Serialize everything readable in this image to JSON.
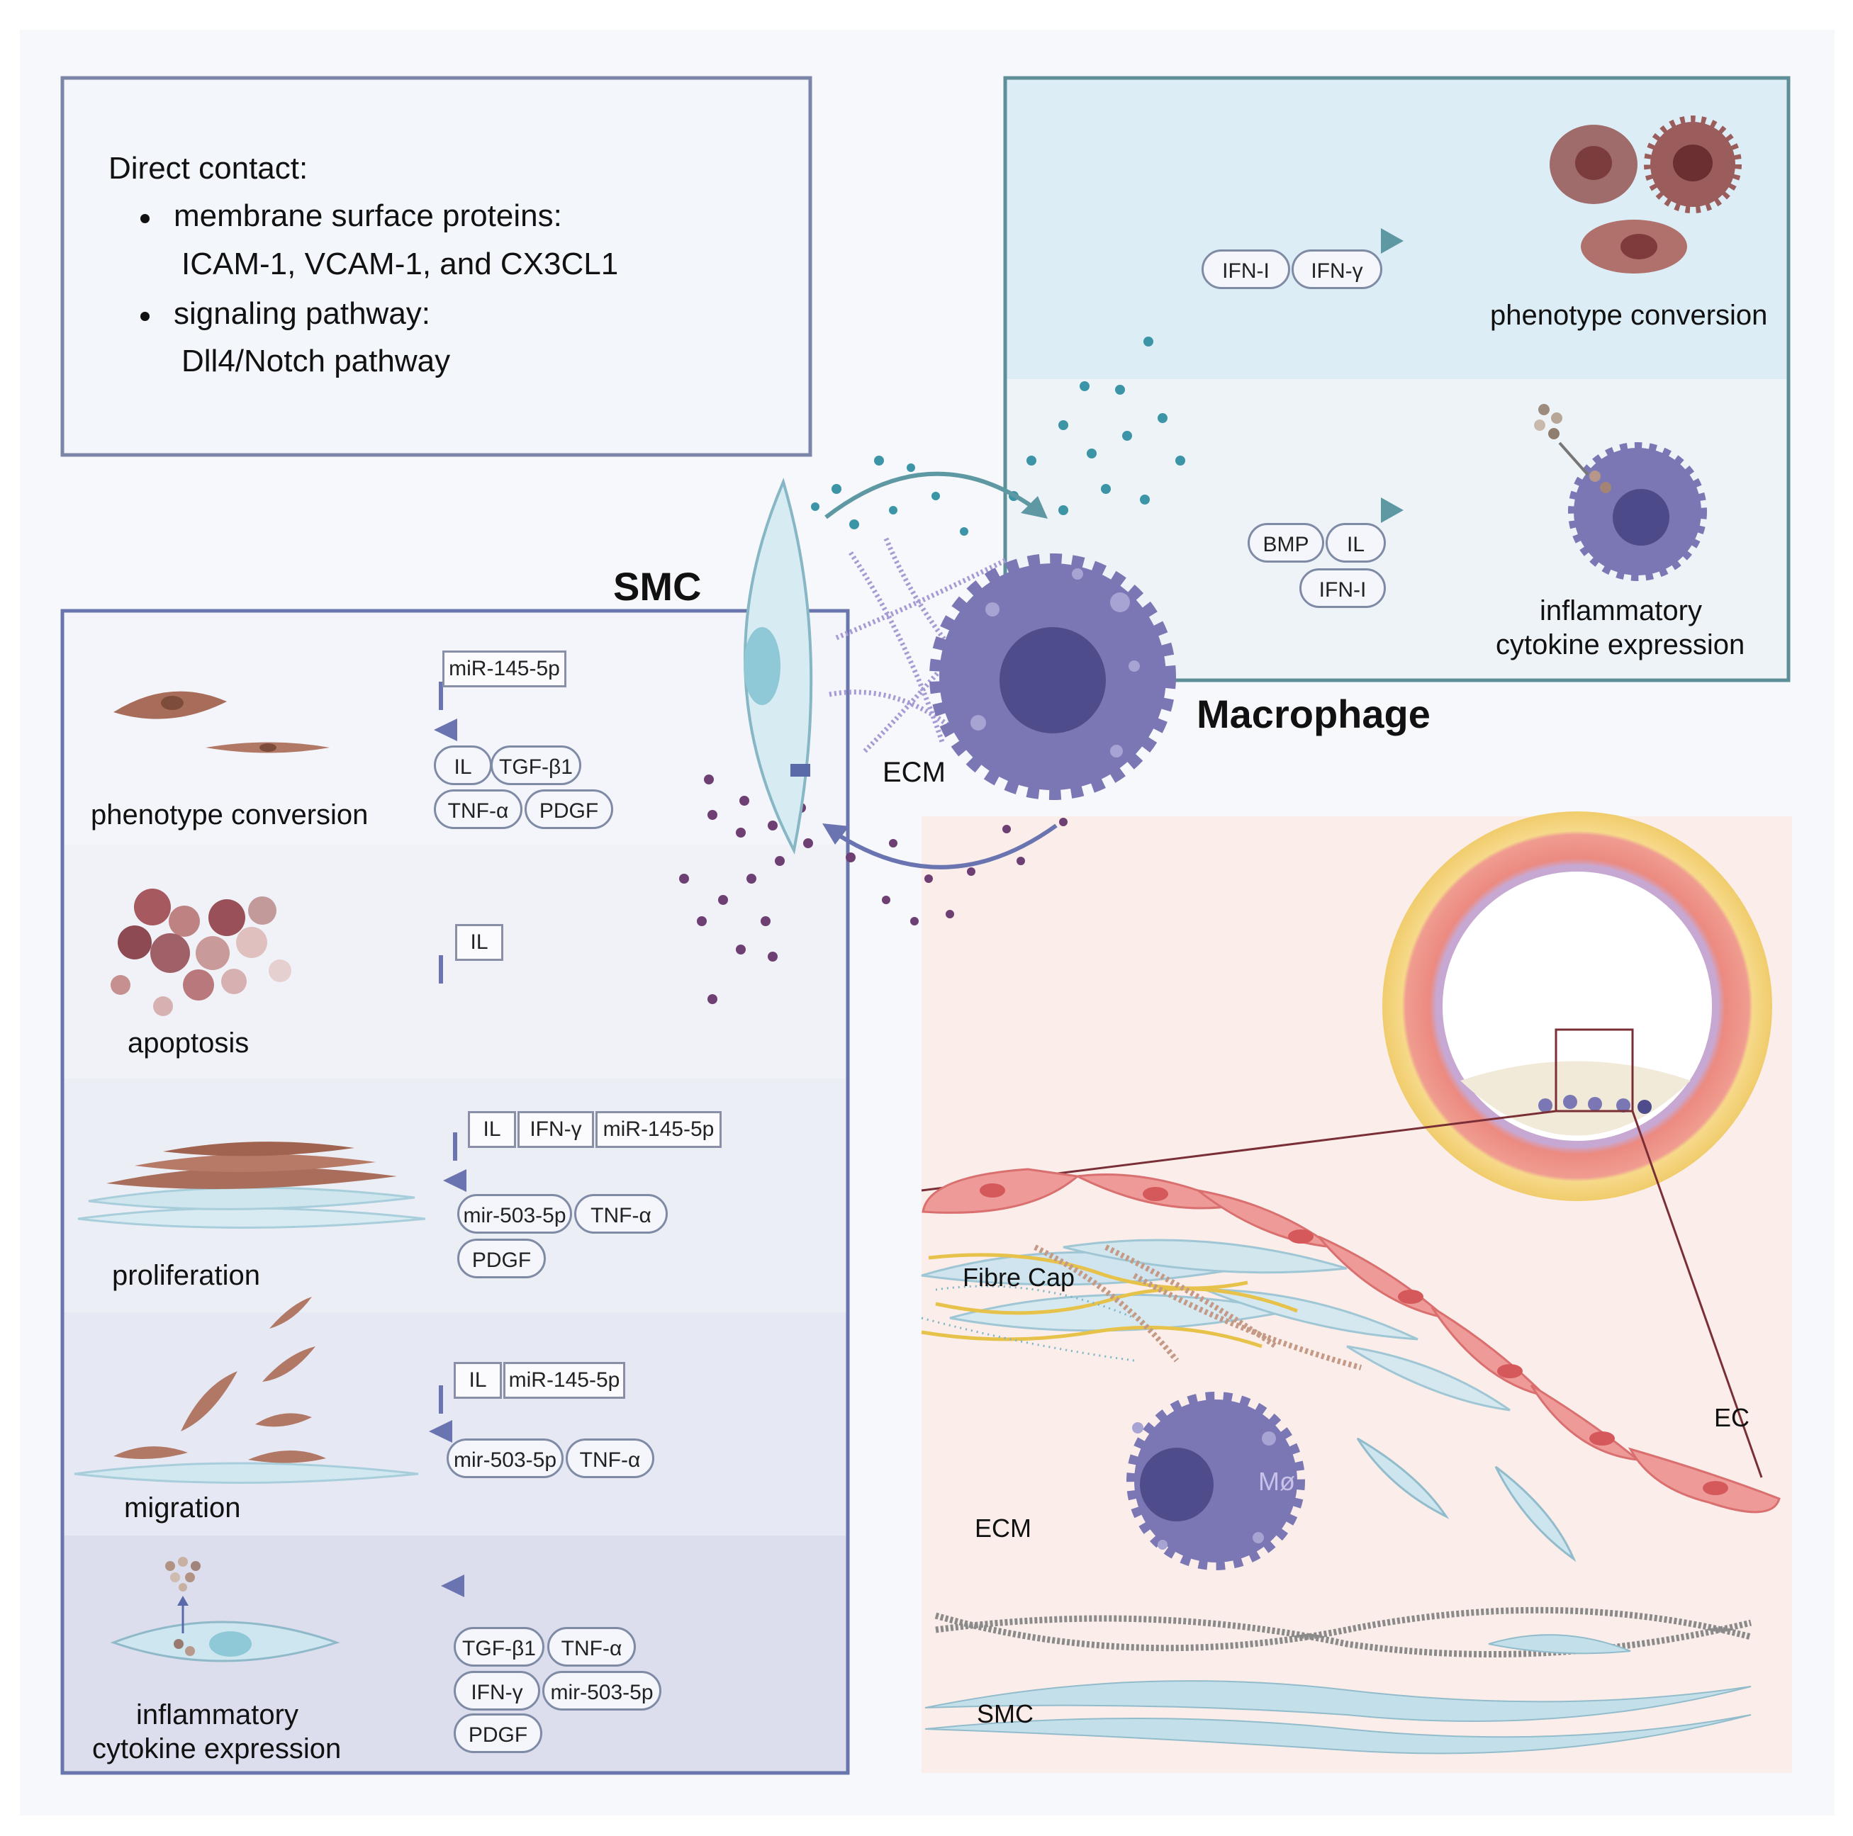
{
  "direct_contact": {
    "heading": "Direct contact:",
    "bullet_1": "membrane surface proteins:",
    "bullet_1_detail": "ICAM-1, VCAM-1, and CX3CL1",
    "bullet_2": "signaling pathway:",
    "bullet_2_detail": "Dll4/Notch pathway"
  },
  "macrophage_panel": {
    "row_1": {
      "factors": [
        "IFN-I",
        "IFN-γ"
      ],
      "label": "phenotype conversion"
    },
    "row_2": {
      "factors": [
        "BMP",
        "IL",
        "IFN-I"
      ],
      "label_line_1": "inflammatory",
      "label_line_2": "cytokine expression"
    }
  },
  "center": {
    "smc": "SMC",
    "macrophage": "Macrophage",
    "ecm": "ECM"
  },
  "smc_panel": {
    "phenotype": {
      "label": "phenotype conversion",
      "inhibitors": [
        "miR-145-5p"
      ],
      "promoters": [
        "IL",
        "TGF-β1",
        "TNF-α",
        "PDGF"
      ]
    },
    "apoptosis": {
      "label": "apoptosis",
      "inhibitors": [
        "IL"
      ]
    },
    "proliferation": {
      "label": "proliferation",
      "inhibitors": [
        "IL",
        "IFN-γ",
        "miR-145-5p"
      ],
      "promoters": [
        "mir-503-5p",
        "TNF-α",
        "PDGF"
      ]
    },
    "migration": {
      "label": "migration",
      "inhibitors": [
        "IL",
        "miR-145-5p"
      ],
      "promoters": [
        "mir-503-5p",
        "TNF-α"
      ]
    },
    "cytokine": {
      "label_line_1": "inflammatory",
      "label_line_2": "cytokine expression",
      "promoters": [
        "TGF-β1",
        "TNF-α",
        "IFN-γ",
        "mir-503-5p",
        "PDGF"
      ]
    }
  },
  "plaque": {
    "fibre_cap": "Fibre Cap",
    "ec": "EC",
    "mo": "Mø",
    "ecm": "ECM",
    "smc": "SMC"
  },
  "colors": {
    "smc_border": "#6876ad",
    "mac_border": "#5e8f98",
    "mac_panel_top": "#dcedf5",
    "plaque_bg": "#fbeeea",
    "macrophage": "#7b77b4",
    "ec": "#ee9a98",
    "smc_cell": "#c6e2ec"
  }
}
